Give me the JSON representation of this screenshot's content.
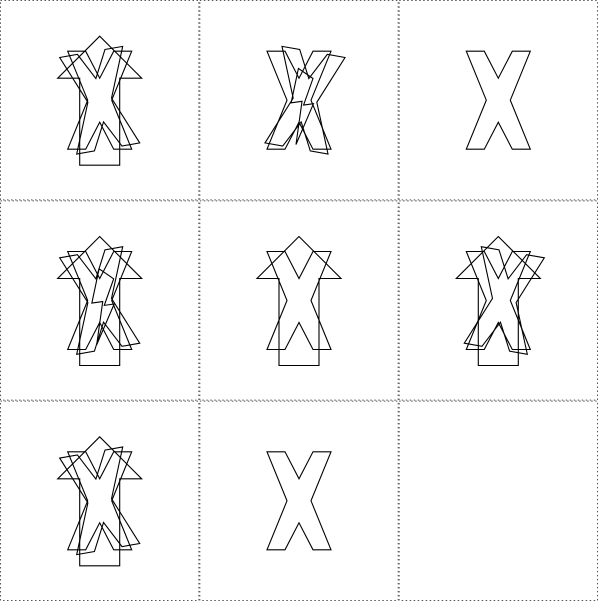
{
  "puzzle": {
    "grid": {
      "rows": 3,
      "cols": 3
    },
    "line_color": "#000000",
    "border_style": "dotted",
    "cells": [
      {
        "row": 0,
        "col": 0,
        "shapes": [
          "arrow",
          "x-left",
          "x"
        ],
        "empty": false
      },
      {
        "row": 0,
        "col": 1,
        "shapes": [
          "x",
          "x-right",
          "lightning"
        ],
        "empty": false
      },
      {
        "row": 0,
        "col": 2,
        "shapes": [
          "x"
        ],
        "empty": false
      },
      {
        "row": 1,
        "col": 0,
        "shapes": [
          "arrow",
          "x",
          "x-left",
          "lightning"
        ],
        "empty": false
      },
      {
        "row": 1,
        "col": 1,
        "shapes": [
          "arrow",
          "x"
        ],
        "empty": false
      },
      {
        "row": 1,
        "col": 2,
        "shapes": [
          "arrow",
          "x",
          "x-right"
        ],
        "empty": false
      },
      {
        "row": 2,
        "col": 0,
        "shapes": [
          "arrow",
          "x",
          "x-left"
        ],
        "empty": false
      },
      {
        "row": 2,
        "col": 1,
        "shapes": [
          "x"
        ],
        "empty": false
      },
      {
        "row": 2,
        "col": 2,
        "shapes": [],
        "empty": true
      }
    ]
  }
}
